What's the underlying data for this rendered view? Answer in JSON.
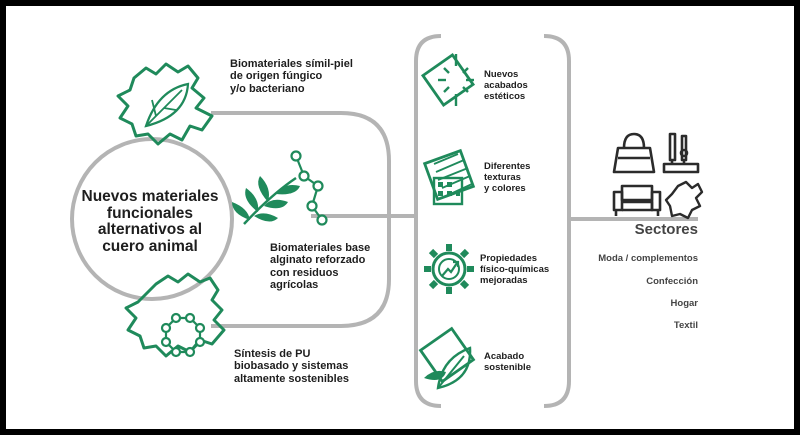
{
  "center": "Nuevos materiales\nfuncionales\nalternativos al\ncuero animal",
  "sources": [
    {
      "label": "Biomateriales símil-piel\nde origen fúngico\ny/o bacteriano",
      "icon": "leaf-puzzle-icon"
    },
    {
      "label": "Biomateriales base\nalginato reforzado\ncon residuos\nagrícolas",
      "icon": "wheat-molecule-icon"
    },
    {
      "label": "Síntesis de PU\nbiobasado y sistemas\naltamente sostenibles",
      "icon": "polymer-ring-puzzle-icon"
    }
  ],
  "benefits": [
    {
      "label": "Nuevos\nacabados\nestéticos",
      "icon": "sparkle-square-icon"
    },
    {
      "label": "Diferentes\ntexturas\ny colores",
      "icon": "texture-swatch-icon"
    },
    {
      "label": "Propiedades\nfísico-químicas\nmejoradas",
      "icon": "gear-chart-icon"
    },
    {
      "label": "Acabado\nsostenible",
      "icon": "leaf-square-icon"
    }
  ],
  "sectors": {
    "title": "Sectores",
    "items": [
      "Moda / complementos",
      "Confección",
      "Hogar",
      "Textil"
    ],
    "icons": [
      "handbag-icon",
      "tools-icon",
      "armchair-icon",
      "textile-piece-icon"
    ]
  },
  "colors": {
    "accent": "#1f8a5b",
    "line": "#b4b4b4",
    "text": "#1e1e1e",
    "icon_dark": "#2b2b2b"
  }
}
